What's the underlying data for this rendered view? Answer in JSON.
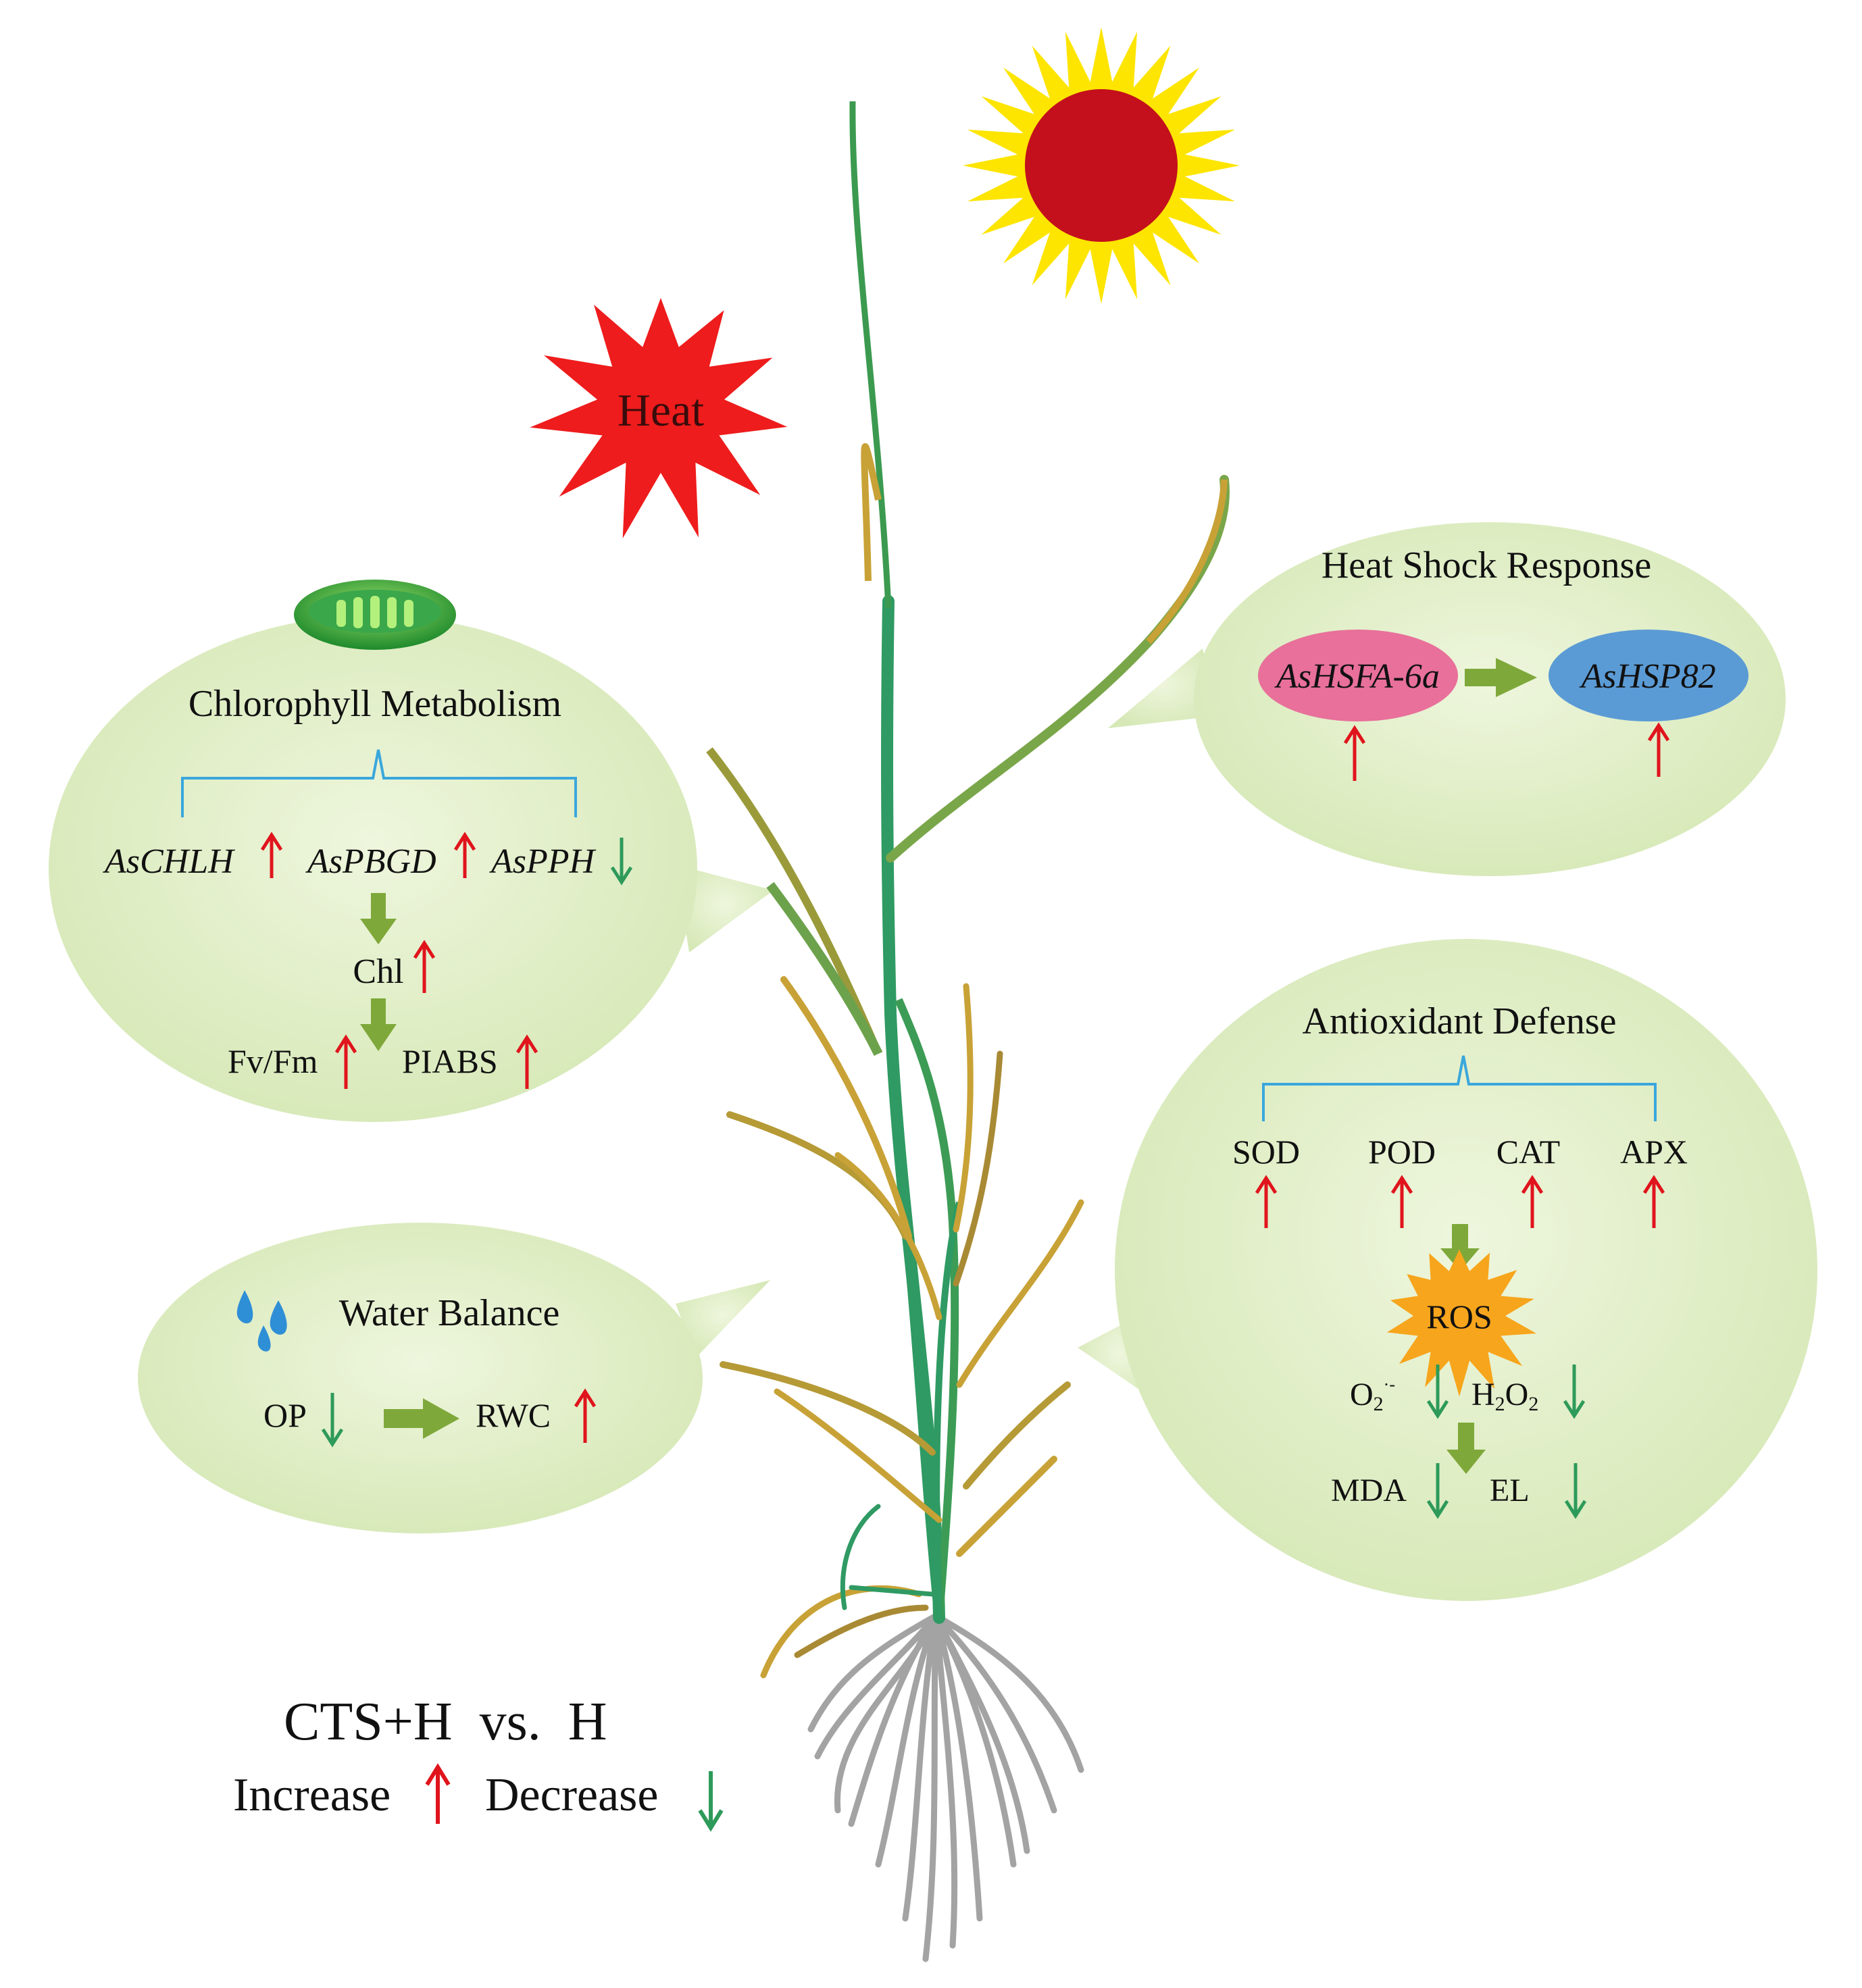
{
  "heat_label": "Heat",
  "chlorophyll": {
    "title": "Chlorophyll Metabolism",
    "genes": [
      "AsCHLH",
      "AsPBGD",
      "AsPPH"
    ],
    "gene_trends": [
      "up",
      "up",
      "down"
    ],
    "chl": "Chl",
    "fvfm": "Fv/Fm",
    "piabs": "PIABS"
  },
  "heat_shock": {
    "title": "Heat Shock Response",
    "gene1": "AsHSFA-6a",
    "gene2": "AsHSP82"
  },
  "antioxidant": {
    "title": "Antioxidant Defense",
    "enzymes": [
      "SOD",
      "POD",
      "CAT",
      "APX"
    ],
    "ros": "ROS",
    "o2_base": "O",
    "o2_sub": "2",
    "o2_sup": "·-",
    "h2o2_h": "H",
    "h2o2_sub1": "2",
    "h2o2_o": "O",
    "h2o2_sub2": "2",
    "mda": "MDA",
    "el": "EL"
  },
  "water": {
    "title": "Water Balance",
    "op": "OP",
    "rwc": "RWC"
  },
  "legend": {
    "comparison": "CTS+H  vs.  H",
    "increase": "Increase",
    "decrease": "Decrease"
  },
  "colors": {
    "increase_arrow": "#e0141c",
    "decrease_arrow": "#2e9a5a",
    "flow_arrow": "#7fa83a",
    "bubble": "#dfedc5",
    "bracket": "#3aa7dc",
    "sun_core": "#c4101c",
    "sun_rays": "#fde500",
    "heat_burst": "#ee1c1c",
    "ros_burst": "#f7a51c",
    "hsfa_ellipse": "#e8709a",
    "hsp_ellipse": "#5b9bd5",
    "stem": "#2f9a63",
    "leaf_dry": "#c8a236",
    "roots": "#a3a3a3"
  },
  "icons": [
    "sun-icon",
    "heat-burst-icon",
    "chloroplast-icon",
    "water-drops-icon",
    "ros-burst-icon"
  ]
}
